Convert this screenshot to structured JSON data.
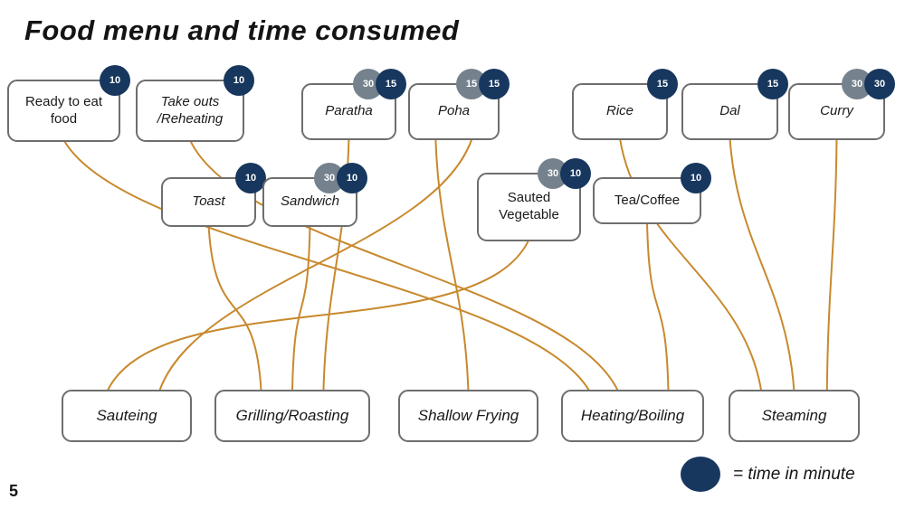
{
  "title": "Food menu and time consumed",
  "page_number": "5",
  "legend": {
    "text": "= time in minute"
  },
  "colors": {
    "navy": "#17375E",
    "gray": "#75828E",
    "line": "#C8892D",
    "box_border": "#6e6e6e"
  },
  "nodes": {
    "ready": {
      "label": "Ready to eat food",
      "badges": [
        {
          "value": "10",
          "color": "navy"
        }
      ]
    },
    "takeouts": {
      "label": "Take outs /Reheating",
      "badges": [
        {
          "value": "10",
          "color": "navy"
        }
      ]
    },
    "paratha": {
      "label": "Paratha",
      "badges": [
        {
          "value": "30",
          "color": "gray"
        },
        {
          "value": "15",
          "color": "navy"
        }
      ]
    },
    "poha": {
      "label": "Poha",
      "badges": [
        {
          "value": "15",
          "color": "gray"
        },
        {
          "value": "15",
          "color": "navy"
        }
      ]
    },
    "rice": {
      "label": "Rice",
      "badges": [
        {
          "value": "15",
          "color": "navy"
        }
      ]
    },
    "dal": {
      "label": "Dal",
      "badges": [
        {
          "value": "15",
          "color": "navy"
        }
      ]
    },
    "curry": {
      "label": "Curry",
      "badges": [
        {
          "value": "30",
          "color": "gray"
        },
        {
          "value": "30",
          "color": "navy"
        }
      ]
    },
    "toast": {
      "label": "Toast",
      "badges": [
        {
          "value": "10",
          "color": "navy"
        }
      ]
    },
    "sandwich": {
      "label": "Sandwich",
      "badges": [
        {
          "value": "30",
          "color": "gray"
        },
        {
          "value": "10",
          "color": "navy"
        }
      ]
    },
    "sautedveg": {
      "label": "Sauted Vegetable",
      "badges": [
        {
          "value": "30",
          "color": "gray"
        },
        {
          "value": "10",
          "color": "navy"
        }
      ]
    },
    "teacoffee": {
      "label": "Tea/Coffee",
      "badges": [
        {
          "value": "10",
          "color": "navy"
        }
      ]
    },
    "sauteing": {
      "label": "Sauteing"
    },
    "grilling": {
      "label": "Grilling/Roasting"
    },
    "shallow": {
      "label": "Shallow Frying"
    },
    "heating": {
      "label": "Heating/Boiling"
    },
    "steaming": {
      "label": "Steaming"
    }
  },
  "connections": [
    {
      "from": "ready",
      "to": "heating",
      "fromOffset": 0,
      "toOffset": -0.3
    },
    {
      "from": "takeouts",
      "to": "heating",
      "fromOffset": 0,
      "toOffset": -0.1
    },
    {
      "from": "toast",
      "to": "grilling",
      "fromOffset": 0,
      "toOffset": -0.2
    },
    {
      "from": "sandwich",
      "to": "grilling",
      "fromOffset": 0,
      "toOffset": 0
    },
    {
      "from": "paratha",
      "to": "grilling",
      "fromOffset": 0,
      "toOffset": 0.2
    },
    {
      "from": "poha",
      "to": "shallow",
      "fromOffset": -0.2,
      "toOffset": 0
    },
    {
      "from": "poha",
      "to": "sauteing",
      "fromOffset": 0.2,
      "toOffset": 0.25
    },
    {
      "from": "sautedveg",
      "to": "sauteing",
      "fromOffset": 0,
      "toOffset": -0.15
    },
    {
      "from": "teacoffee",
      "to": "heating",
      "fromOffset": 0,
      "toOffset": 0.25
    },
    {
      "from": "rice",
      "to": "steaming",
      "fromOffset": 0,
      "toOffset": -0.25
    },
    {
      "from": "dal",
      "to": "steaming",
      "fromOffset": 0,
      "toOffset": 0
    },
    {
      "from": "curry",
      "to": "steaming",
      "fromOffset": 0,
      "toOffset": 0.25
    }
  ]
}
